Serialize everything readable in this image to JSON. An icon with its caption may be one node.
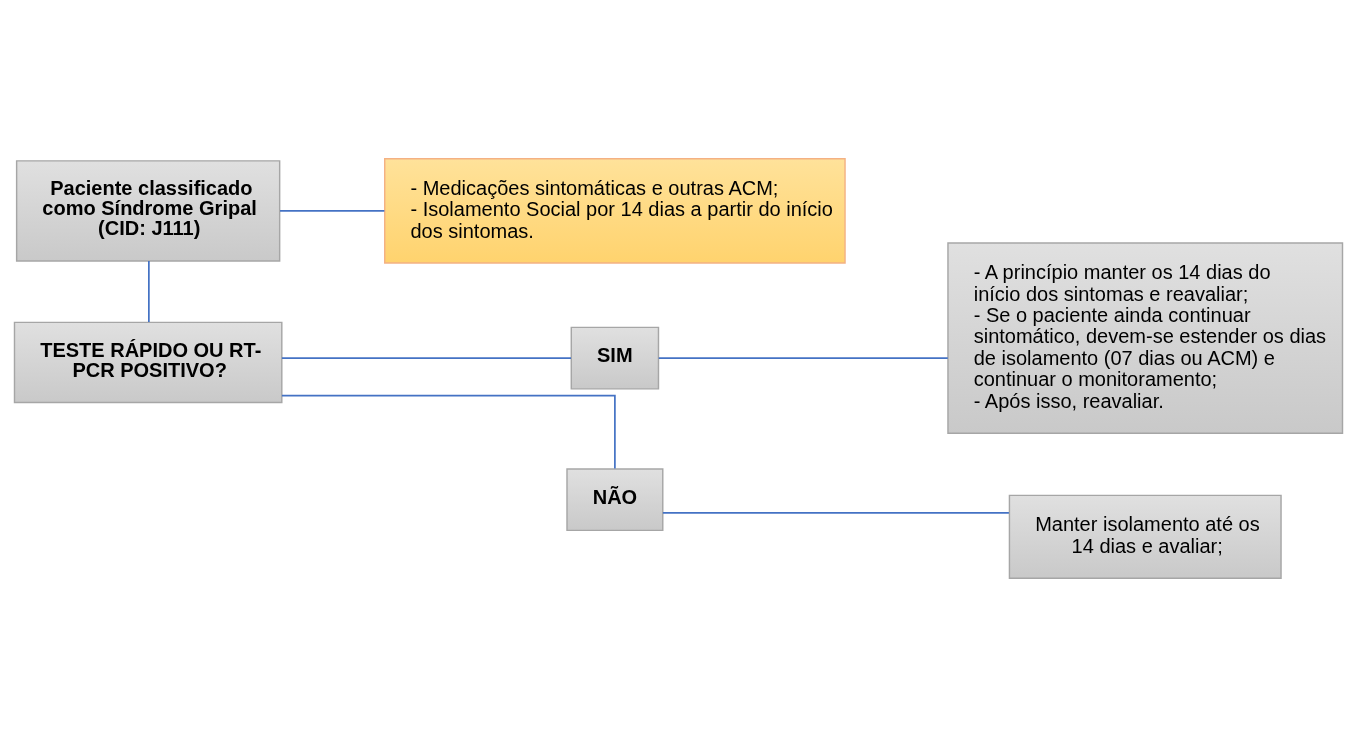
{
  "diagram": {
    "nodes": [
      {
        "text": [
          "Paciente classificado como Síndrome Gripal (CID: J111)"
        ]
      },
      {
        "text": [
          "- Medicações sintomáticas e outras ACM;",
          "- Isolamento Social por 14 dias a partir do início dos sintomas."
        ]
      },
      {
        "text": [
          "TESTE RÁPIDO OU RT-PCR POSITIVO?"
        ]
      },
      {
        "text": [
          "SIM"
        ]
      },
      {
        "text": [
          "- A princípio manter os 14 dias do início dos sintomas e reavaliar;",
          "- Se o paciente ainda continuar sintomático, devem-se estender os dias de isolamento (07 dias ou ACM) e continuar o monitoramento;",
          "- Após isso, reavaliar."
        ]
      },
      {
        "text": [
          "NÃO"
        ]
      },
      {
        "text": [
          "Manter isolamento até os 14 dias e avaliar;"
        ]
      }
    ],
    "edges": [
      {
        "from": 0,
        "to": 1,
        "arrow": "none"
      },
      {
        "from": 0,
        "to": 2,
        "arrow": "none"
      },
      {
        "from": 2,
        "to": 3,
        "arrow": "none"
      },
      {
        "from": 2,
        "to": 5,
        "arrow": "none"
      },
      {
        "from": 3,
        "to": 4,
        "arrow": "none"
      },
      {
        "from": 5,
        "to": 6,
        "arrow": "none"
      }
    ]
  }
}
